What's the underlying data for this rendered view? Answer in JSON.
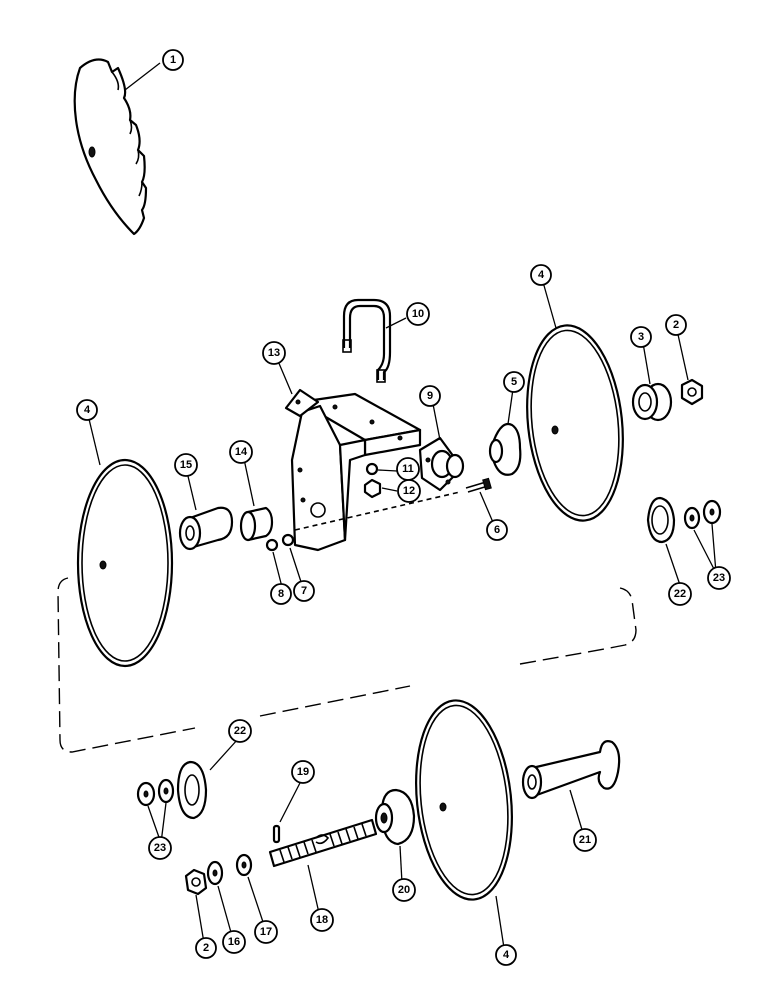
{
  "callouts": [
    {
      "id": "c1",
      "label": "1"
    },
    {
      "id": "c4a",
      "label": "4"
    },
    {
      "id": "c4b",
      "label": "4"
    },
    {
      "id": "c4c",
      "label": "4"
    },
    {
      "id": "c2a",
      "label": "2"
    },
    {
      "id": "c2b",
      "label": "2"
    },
    {
      "id": "c3",
      "label": "3"
    },
    {
      "id": "c5",
      "label": "5"
    },
    {
      "id": "c6",
      "label": "6"
    },
    {
      "id": "c7",
      "label": "7"
    },
    {
      "id": "c8",
      "label": "8"
    },
    {
      "id": "c9",
      "label": "9"
    },
    {
      "id": "c10",
      "label": "10"
    },
    {
      "id": "c11",
      "label": "11"
    },
    {
      "id": "c12",
      "label": "12"
    },
    {
      "id": "c13",
      "label": "13"
    },
    {
      "id": "c14",
      "label": "14"
    },
    {
      "id": "c15",
      "label": "15"
    },
    {
      "id": "c16",
      "label": "16"
    },
    {
      "id": "c17",
      "label": "17"
    },
    {
      "id": "c18",
      "label": "18"
    },
    {
      "id": "c19",
      "label": "19"
    },
    {
      "id": "c20",
      "label": "20"
    },
    {
      "id": "c21",
      "label": "21"
    },
    {
      "id": "c22a",
      "label": "22"
    },
    {
      "id": "c22b",
      "label": "22"
    },
    {
      "id": "c23a",
      "label": "23"
    },
    {
      "id": "c23b",
      "label": "23"
    }
  ]
}
